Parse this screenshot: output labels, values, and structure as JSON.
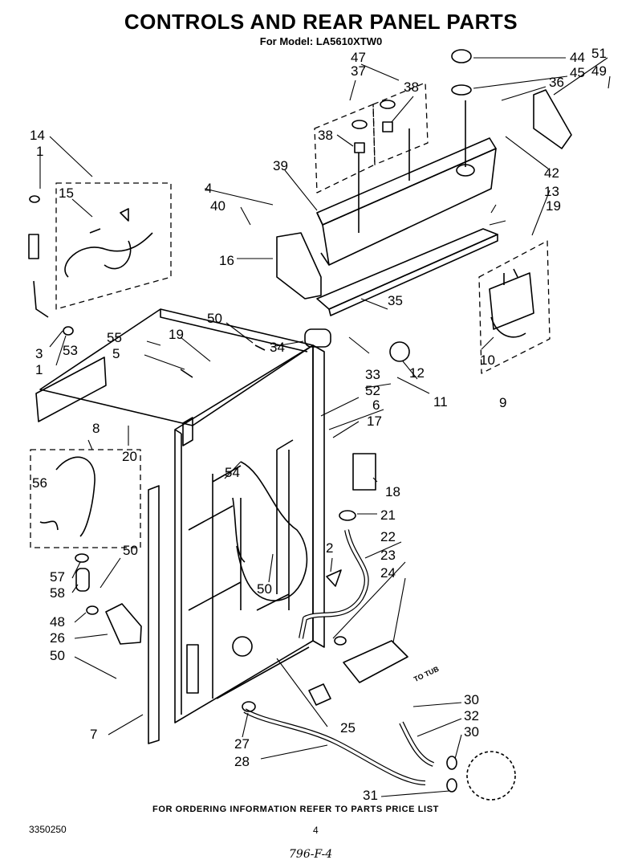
{
  "header": {
    "title": "CONTROLS AND REAR PANEL PARTS",
    "model_line": "For Model: LA5610XTW0"
  },
  "callouts": [
    {
      "id": "c1a",
      "text": "1"
    },
    {
      "id": "c1b",
      "text": "1"
    },
    {
      "id": "c2",
      "text": "2"
    },
    {
      "id": "c3",
      "text": "3"
    },
    {
      "id": "c4",
      "text": "4"
    },
    {
      "id": "c5",
      "text": "5"
    },
    {
      "id": "c6",
      "text": "6"
    },
    {
      "id": "c7",
      "text": "7"
    },
    {
      "id": "c8",
      "text": "8"
    },
    {
      "id": "c9",
      "text": "9"
    },
    {
      "id": "c10",
      "text": "10"
    },
    {
      "id": "c11",
      "text": "11"
    },
    {
      "id": "c12",
      "text": "12"
    },
    {
      "id": "c13",
      "text": "13"
    },
    {
      "id": "c14",
      "text": "14"
    },
    {
      "id": "c15",
      "text": "15"
    },
    {
      "id": "c16",
      "text": "16"
    },
    {
      "id": "c17",
      "text": "17"
    },
    {
      "id": "c18",
      "text": "18"
    },
    {
      "id": "c19a",
      "text": "19"
    },
    {
      "id": "c19b",
      "text": "19"
    },
    {
      "id": "c20",
      "text": "20"
    },
    {
      "id": "c21",
      "text": "21"
    },
    {
      "id": "c22",
      "text": "22"
    },
    {
      "id": "c23",
      "text": "23"
    },
    {
      "id": "c24",
      "text": "24"
    },
    {
      "id": "c25",
      "text": "25"
    },
    {
      "id": "c26",
      "text": "26"
    },
    {
      "id": "c27",
      "text": "27"
    },
    {
      "id": "c28",
      "text": "28"
    },
    {
      "id": "c30a",
      "text": "30"
    },
    {
      "id": "c30b",
      "text": "30"
    },
    {
      "id": "c31",
      "text": "31"
    },
    {
      "id": "c32",
      "text": "32"
    },
    {
      "id": "c33",
      "text": "33"
    },
    {
      "id": "c34",
      "text": "34"
    },
    {
      "id": "c35",
      "text": "35"
    },
    {
      "id": "c36",
      "text": "36"
    },
    {
      "id": "c37",
      "text": "37"
    },
    {
      "id": "c38a",
      "text": "38"
    },
    {
      "id": "c38b",
      "text": "38"
    },
    {
      "id": "c39",
      "text": "39"
    },
    {
      "id": "c40",
      "text": "40"
    },
    {
      "id": "c42",
      "text": "42"
    },
    {
      "id": "c44",
      "text": "44"
    },
    {
      "id": "c45",
      "text": "45"
    },
    {
      "id": "c47",
      "text": "47"
    },
    {
      "id": "c48",
      "text": "48"
    },
    {
      "id": "c49",
      "text": "49"
    },
    {
      "id": "c50a",
      "text": "50"
    },
    {
      "id": "c50b",
      "text": "50"
    },
    {
      "id": "c50c",
      "text": "50"
    },
    {
      "id": "c50d",
      "text": "50"
    },
    {
      "id": "c51",
      "text": "51"
    },
    {
      "id": "c52",
      "text": "52"
    },
    {
      "id": "c53",
      "text": "53"
    },
    {
      "id": "c54",
      "text": "54"
    },
    {
      "id": "c55",
      "text": "55"
    },
    {
      "id": "c56",
      "text": "56"
    },
    {
      "id": "c57",
      "text": "57"
    },
    {
      "id": "c58",
      "text": "58"
    }
  ],
  "labels": {
    "to_tub": "TO TUB",
    "ordering_note": "FOR ORDERING INFORMATION REFER TO PARTS PRICE LIST",
    "doc_number": "3350250",
    "page_number": "4",
    "handwritten_date": "796-F-4"
  }
}
